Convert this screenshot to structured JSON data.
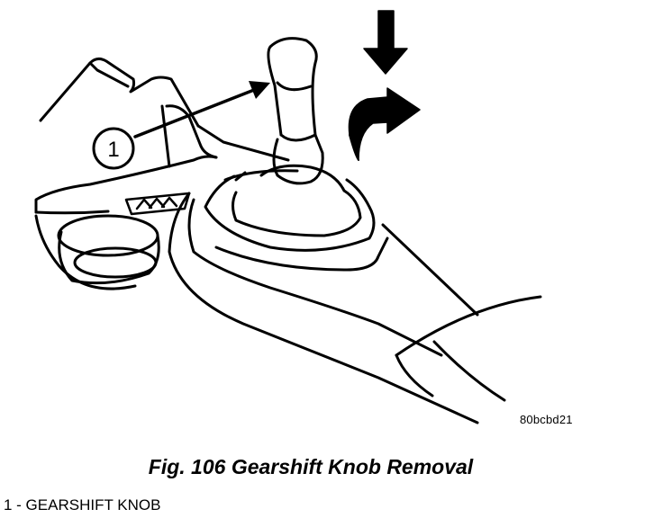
{
  "diagram": {
    "callout": {
      "number": "1"
    },
    "figure_id": "80bcbd21",
    "caption": "Fig. 106 Gearshift Knob Removal",
    "legend": [
      {
        "text": "1 - GEARSHIFT KNOB"
      }
    ]
  }
}
